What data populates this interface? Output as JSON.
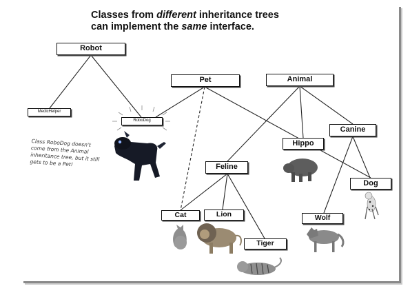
{
  "title": {
    "line1_a": "Classes from ",
    "line1_em": "different",
    "line1_b": " inheritance trees",
    "line2_a": "can implement the ",
    "line2_em": "same",
    "line2_b": " interface."
  },
  "nodes": {
    "robot": "Robot",
    "medichelper": "MedicHelper",
    "robodog": "RoboDog",
    "pet": "Pet",
    "animal": "Animal",
    "canine": "Canine",
    "hippo": "Hippo",
    "feline": "Feline",
    "dog": "Dog",
    "cat": "Cat",
    "lion": "Lion",
    "wolf": "Wolf",
    "tiger": "Tiger"
  },
  "note": {
    "line1": "Class RoboDog doesn't",
    "line2": "come from the Animal",
    "line3": "inheritance tree, but it still",
    "line4": "gets to be a Pet!"
  }
}
